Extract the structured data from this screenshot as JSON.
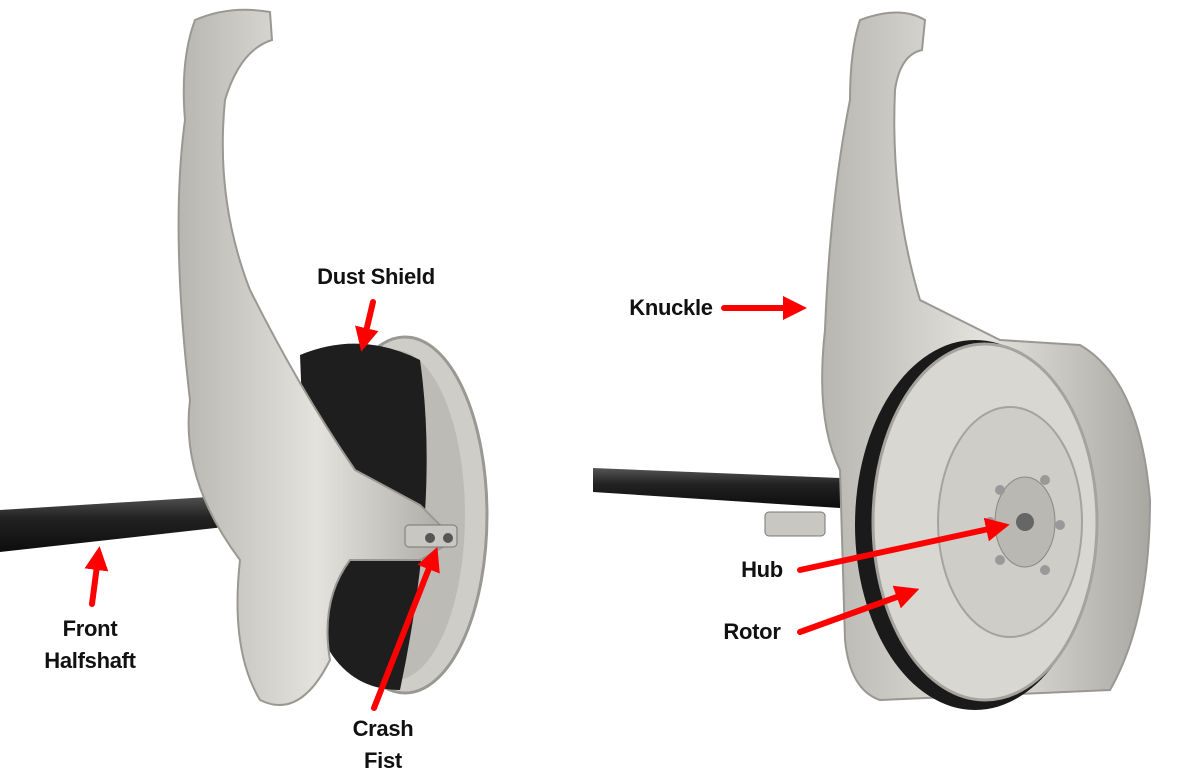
{
  "labels": {
    "dust_shield": "Dust Shield",
    "front_halfshaft_line1": "Front",
    "front_halfshaft_line2": "Halfshaft",
    "crash_fist_line1": "Crash",
    "crash_fist_line2": "Fist",
    "knuckle": "Knuckle",
    "hub": "Hub",
    "rotor": "Rotor"
  },
  "colors": {
    "arrow": "#ff0000",
    "part": "#d4d2cc",
    "shaft": "#1a1a1a"
  }
}
